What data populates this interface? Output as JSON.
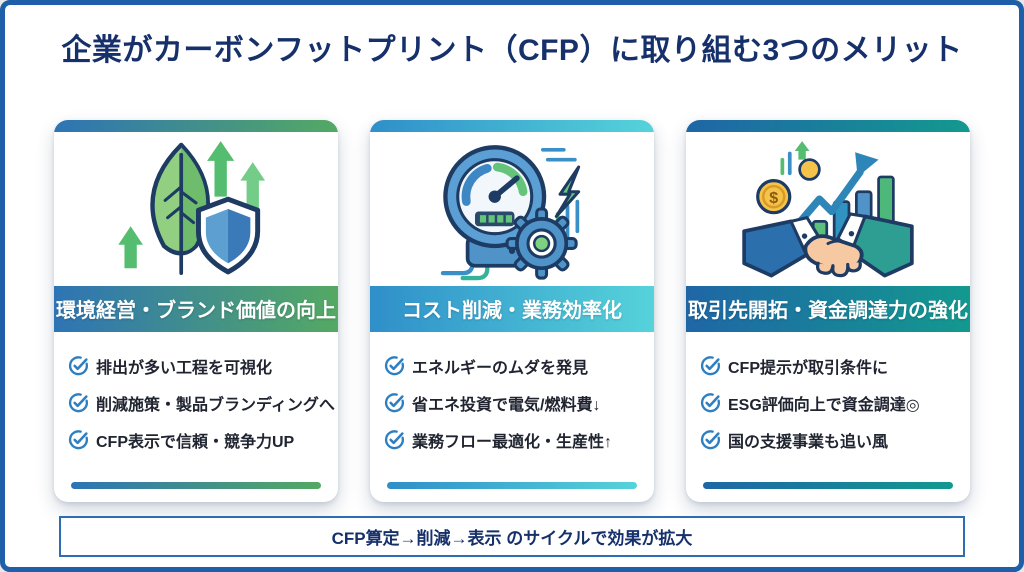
{
  "page": {
    "title": "企業がカーボンフットプリント（CFP）に取り組む3つのメリット",
    "frame_color": "#1d5fa8",
    "title_color": "#16306b",
    "background": "#ffffff"
  },
  "cards": [
    {
      "icon": "leaf-shield-growth-icon",
      "header": "環境経営・ブランド価値の向上",
      "gradient_from": "#2e74b5",
      "gradient_to": "#54a963",
      "bullets": [
        "排出が多い工程を可視化",
        "削減施策・製品ブランディングへ",
        "CFP表示で信頼・競争力UP"
      ]
    },
    {
      "icon": "gauge-gear-efficiency-icon",
      "header": "コスト削減・業務効率化",
      "gradient_from": "#2f8fc9",
      "gradient_to": "#55d3da",
      "bullets": [
        "エネルギーのムダを発見",
        "省エネ投資で電気/燃料費↓",
        "業務フロー最適化・生産性↑"
      ]
    },
    {
      "icon": "handshake-growth-funding-icon",
      "header": "取引先開拓・資金調達力の強化",
      "gradient_from": "#1f66a6",
      "gradient_to": "#13998f",
      "bullets": [
        "CFP提示が取引条件に",
        "ESG評価向上で資金調達◎",
        "国の支援事業も追い風"
      ]
    }
  ],
  "check_icon": {
    "name": "check-circle-icon",
    "color": "#2e7fc1"
  },
  "footer": {
    "text": "CFP算定→削減→表示 のサイクルで効果が拡大",
    "border_color": "#2e6db4",
    "text_color": "#16306b"
  },
  "icon_glyphs": {
    "currency_symbol": "$"
  }
}
